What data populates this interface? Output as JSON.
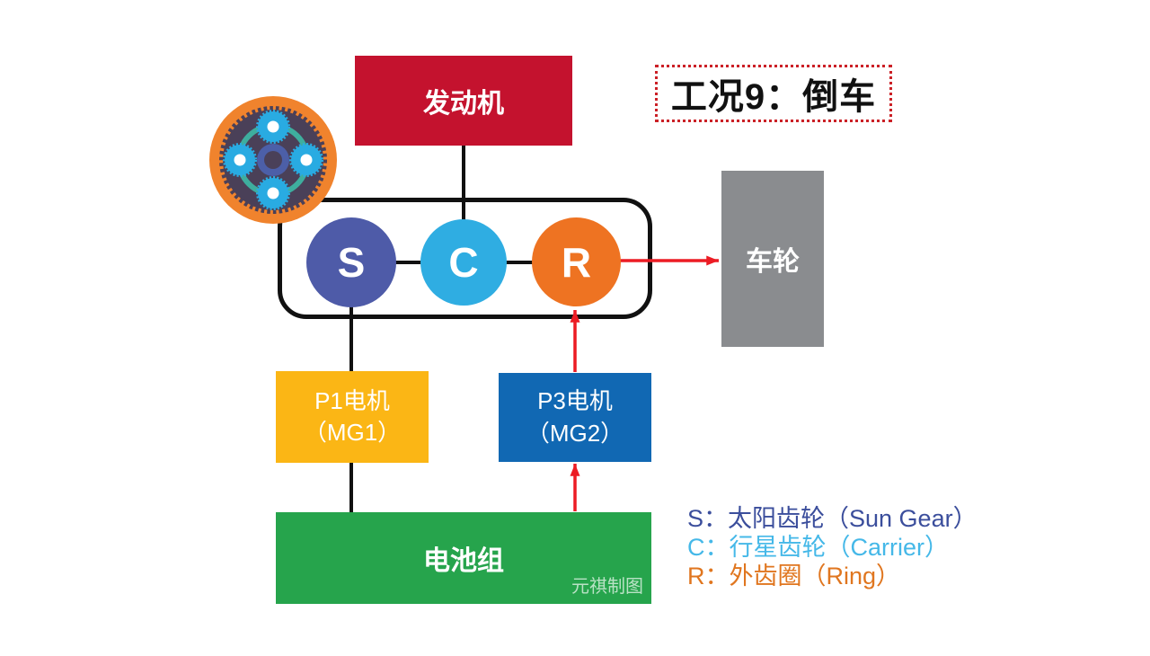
{
  "title": {
    "text": "工况9：倒车",
    "border_color": "#cb2026",
    "text_color": "#111111"
  },
  "nodes": {
    "engine": {
      "label": "发动机",
      "bg": "#c4122e",
      "text_color": "#ffffff"
    },
    "wheel": {
      "label": "车轮",
      "bg": "#8a8c8f",
      "text_color": "#ffffff"
    },
    "p1_motor": {
      "line1": "P1电机",
      "line2": "（MG1）",
      "bg": "#fbb615",
      "text_color": "#ffffff"
    },
    "p3_motor": {
      "line1": "P3电机",
      "line2": "（MG2）",
      "bg": "#1168b3",
      "text_color": "#ffffff"
    },
    "battery": {
      "label": "电池组",
      "bg": "#26a44c",
      "text_color": "#ffffff"
    },
    "sun": {
      "label": "S",
      "bg": "#4e5ba8",
      "text_color": "#ffffff"
    },
    "carrier": {
      "label": "C",
      "bg": "#2fade2",
      "text_color": "#ffffff"
    },
    "ring": {
      "label": "R",
      "bg": "#ee7322",
      "text_color": "#ffffff"
    }
  },
  "legend": {
    "items": [
      {
        "text": "S：太阳齿轮（Sun Gear）",
        "color": "#3b4e9c"
      },
      {
        "text": "C：行星齿轮（Carrier）",
        "color": "#45b8e8"
      },
      {
        "text": "R：外齿圈（Ring）",
        "color": "#e0761f"
      }
    ]
  },
  "watermark": {
    "text": "元祺制图",
    "color": "rgba(255,255,255,0.68)"
  },
  "connectors": {
    "line_color": "#111111",
    "arrow_color": "#ec1c24"
  },
  "gear_icon": {
    "outer": "#f0832d",
    "ring_gear": "#4a4058",
    "carrier_ring": "#3eae9e",
    "planet": "#29abe2",
    "planet_center": "#ffffff",
    "sun": "#4c5fa8",
    "sun_center": "#4a4058"
  }
}
